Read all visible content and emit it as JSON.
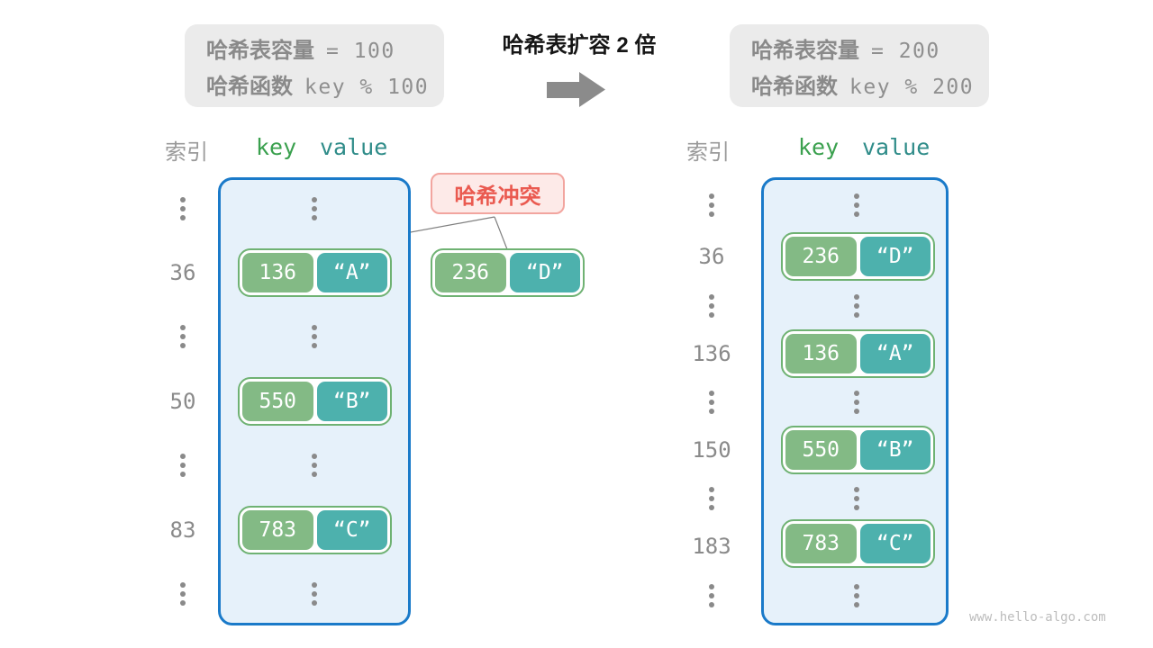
{
  "info_left": {
    "line1_label": "哈希表容量",
    "line1_value": "=  100",
    "line2_label": "哈希函数",
    "line2_value": "key % 100"
  },
  "info_right": {
    "line1_label": "哈希表容量",
    "line1_value": "=  200",
    "line2_label": "哈希函数",
    "line2_value": "key % 200"
  },
  "transition": {
    "title": "哈希表扩容 2 倍",
    "arrow_icon": "right-block-arrow"
  },
  "collision": {
    "label": "哈希冲突",
    "pair": {
      "key": "236",
      "value": "“D”"
    }
  },
  "left_table": {
    "headers": {
      "index": "索引",
      "key": "key",
      "value": "value"
    },
    "rows": [
      {
        "index": "36",
        "key": "136",
        "value": "“A”"
      },
      {
        "index": "50",
        "key": "550",
        "value": "“B”"
      },
      {
        "index": "83",
        "key": "783",
        "value": "“C”"
      }
    ]
  },
  "right_table": {
    "headers": {
      "index": "索引",
      "key": "key",
      "value": "value"
    },
    "rows": [
      {
        "index": "36",
        "key": "236",
        "value": "“D”"
      },
      {
        "index": "136",
        "key": "136",
        "value": "“A”"
      },
      {
        "index": "150",
        "key": "550",
        "value": "“B”"
      },
      {
        "index": "183",
        "key": "783",
        "value": "“C”"
      }
    ]
  },
  "watermark": "www.hello-algo.com",
  "colors": {
    "bucket_border": "#1a7ac9",
    "bucket_fill": "#e6f1fa",
    "pair_border": "#6fb273",
    "key_fill": "#83ba85",
    "value_fill": "#4db1ad",
    "collision_text": "#ea5a50",
    "collision_fill": "#fdeae8",
    "collision_border": "#f2a59f",
    "info_fill": "#ebebeb",
    "gray_text": "#8a8a8a",
    "header_key_green": "#3aa04e",
    "header_value_teal": "#2f8c89",
    "arrow_gray": "#8b8b8b"
  }
}
